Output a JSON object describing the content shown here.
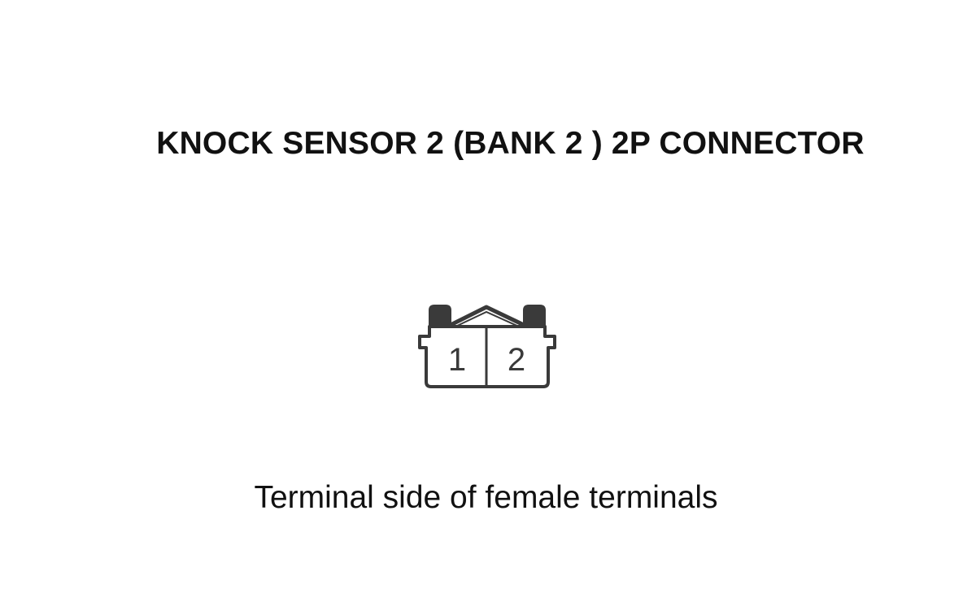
{
  "title": "KNOCK SENSOR 2 (BANK 2 ) 2P CONNECTOR",
  "connector": {
    "pins": [
      "1",
      "2"
    ],
    "outline_color": "#3a3a3a"
  },
  "caption": "Terminal side of female terminals"
}
